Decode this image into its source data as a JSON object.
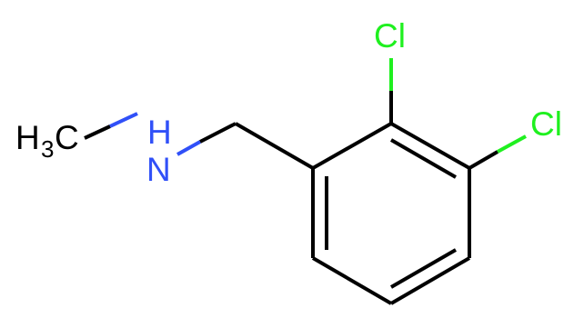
{
  "molecule": {
    "atoms": {
      "methyl": {
        "main": "H",
        "subscript": "3",
        "tail": "C"
      },
      "nitrogen": {
        "top": "H",
        "bottom": "N"
      },
      "chlorine_1": "Cl",
      "chlorine_2": "Cl"
    },
    "colors": {
      "carbon_bond": "#000000",
      "nitrogen": "#3050F8",
      "chlorine": "#1FF01F",
      "background": "#FFFFFF"
    }
  }
}
